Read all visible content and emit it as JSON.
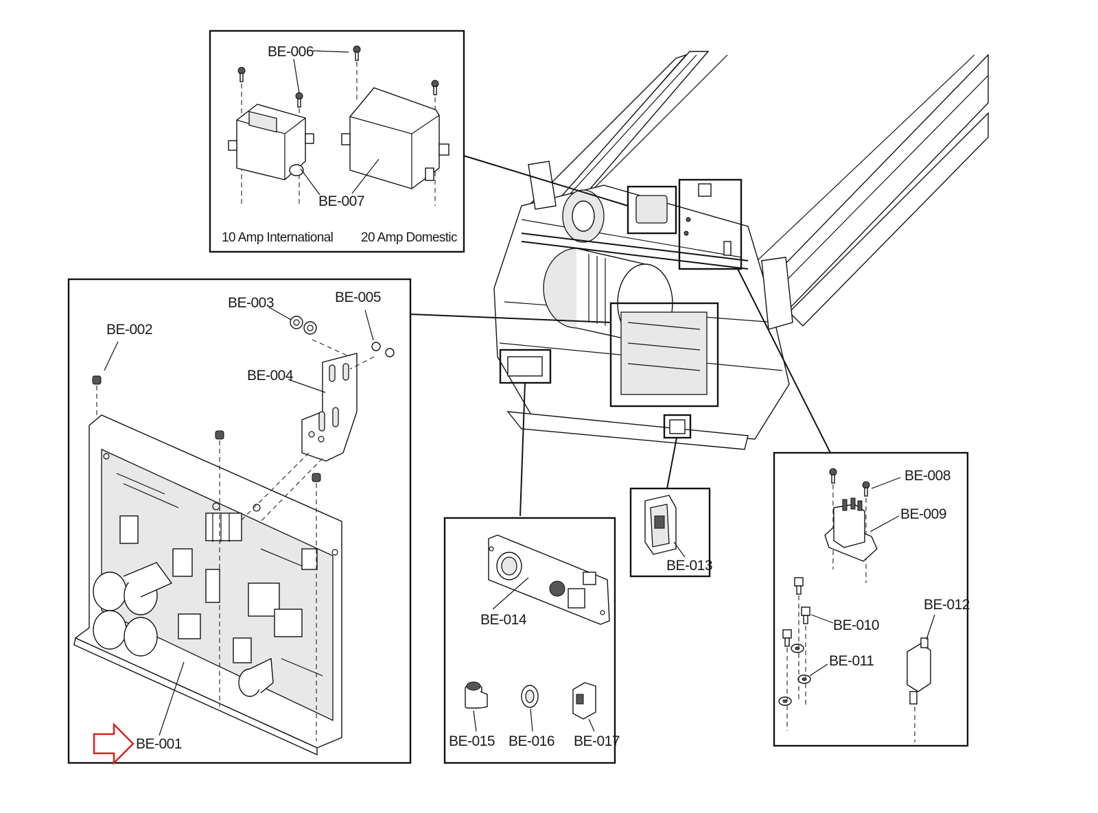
{
  "labels": {
    "be001": "BE-001",
    "be002": "BE-002",
    "be003": "BE-003",
    "be004": "BE-004",
    "be005": "BE-005",
    "be006": "BE-006",
    "be007": "BE-007",
    "be008": "BE-008",
    "be009": "BE-009",
    "be010": "BE-010",
    "be011": "BE-011",
    "be012": "BE-012",
    "be013": "BE-013",
    "be014": "BE-014",
    "be015": "BE-015",
    "be016": "BE-016",
    "be017": "BE-017"
  },
  "captions": {
    "amp10": "10 Amp International",
    "amp20": "20 Amp Domestic"
  },
  "colors": {
    "arrow": "#d62020",
    "ink": "#111111"
  },
  "icons": {
    "pointer": "red-outline-arrow-icon"
  }
}
